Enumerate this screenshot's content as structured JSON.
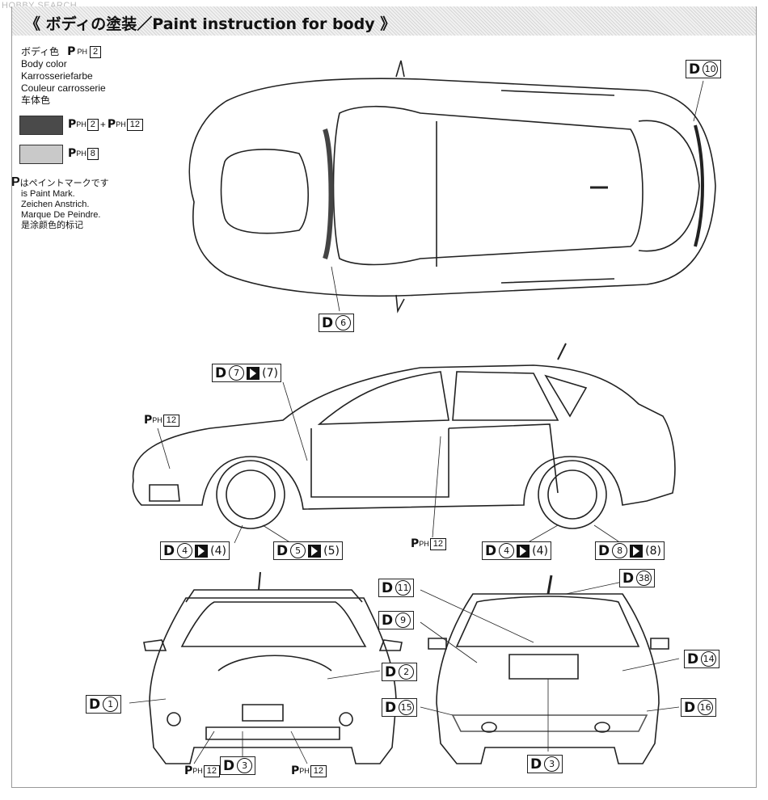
{
  "watermark": "HOBBY SEARCH",
  "header": {
    "title": "《 ボディの塗装／Paint instruction for body 》"
  },
  "legend": {
    "ph_num": "2",
    "title_lines": [
      "ボディ色",
      "Body color",
      "Karrosseriefarbe",
      "Couleur carrosserie",
      "车体色"
    ],
    "swatch1": {
      "color": "#4a4a4a",
      "ph_a": "2",
      "plus": "+",
      "ph_b": "12"
    },
    "swatch2": {
      "color": "#c9c9c9",
      "ph": "8"
    }
  },
  "paint_note": {
    "mark": "P",
    "lines": [
      "はペイントマークです",
      "is Paint Mark.",
      "Zeichen Anstrich.",
      "Marque De Peindre.",
      "是涂颜色的标记"
    ]
  },
  "symbols": {
    "d": "D",
    "ph": "PH"
  },
  "callouts": {
    "top_d10": "10",
    "top_d6": "6",
    "side_d7": "7",
    "side_d7b": "(7)",
    "side_d4a": "4",
    "side_d4a_b": "(4)",
    "side_d5": "5",
    "side_d5_b": "(5)",
    "side_d4b": "4",
    "side_d4b_b": "(4)",
    "side_d8": "8",
    "side_d8_b": "(8)",
    "front_d1": "1",
    "front_d2": "2",
    "front_d3": "3",
    "rear_d11": "11",
    "rear_d9": "9",
    "rear_d38": "38",
    "rear_d14": "14",
    "rear_d15": "15",
    "rear_d16": "16",
    "rear_d3": "3"
  },
  "ph_labels": {
    "side_left": "12",
    "side_bottom": "12",
    "front_left": "12",
    "front_right": "12"
  }
}
